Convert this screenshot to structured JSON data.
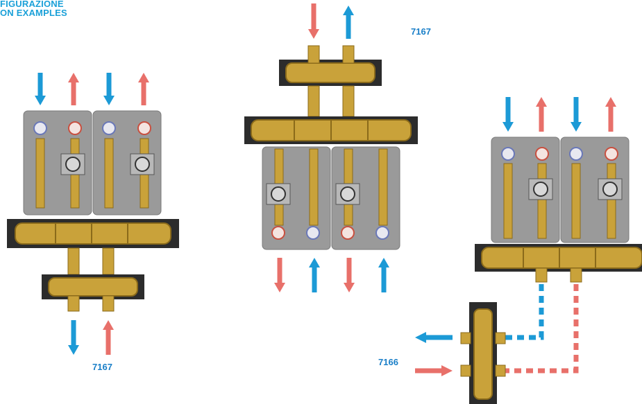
{
  "header": {
    "line1": "FIGURAZIONE",
    "line2": "ON EXAMPLES"
  },
  "labels": {
    "code_left": "7167",
    "code_center": "7167",
    "code_right": "7166"
  },
  "colors": {
    "header_red": "#e8443e",
    "header_blue": "#1aa0d8",
    "code_blue": "#1a7fc8",
    "supply_red": "#e8706a",
    "return_blue": "#1c9ad6",
    "brass": "#c9a23a",
    "brass_dark": "#8a6a1a",
    "module_gray": "#9a9a9a",
    "bar_black": "#2c2c2c"
  }
}
